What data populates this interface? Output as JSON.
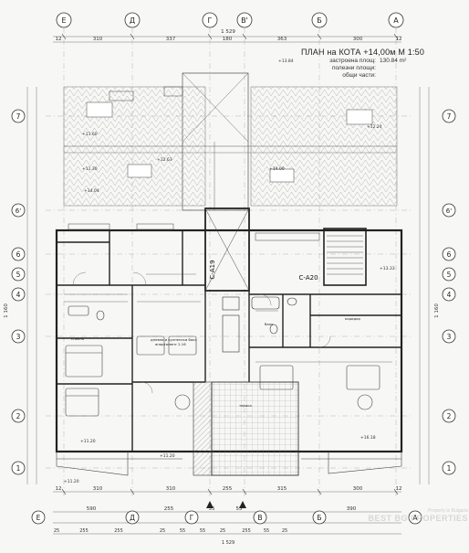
{
  "title": "ПЛАН на КОТА +14,00м   М 1:50",
  "areas": [
    {
      "label": "застроена площ:",
      "value": "130.84 m²"
    },
    {
      "label": "полезни площи:",
      "value": ""
    },
    {
      "label": "общи части:",
      "value": ""
    }
  ],
  "axes_letters": [
    "Е",
    "Д",
    "Г",
    "В'",
    "Б",
    "А"
  ],
  "axes_letters_bottom": [
    "Е",
    "Д",
    "Г",
    "В",
    "Б",
    "А"
  ],
  "axes_numbers": [
    "7",
    "6'",
    "6",
    "5",
    "4",
    "3",
    "2",
    "1"
  ],
  "dims_top_total": "1 529",
  "dims_top": [
    "12",
    "310",
    "337",
    "180",
    "363",
    "300",
    "12"
  ],
  "dims_bottom_1": [
    "12",
    "310",
    "310",
    "255",
    "315",
    "300",
    "12"
  ],
  "dims_bottom_2": [
    "590",
    "255",
    "55",
    "55",
    "390"
  ],
  "dims_bottom_3": [
    "25",
    "255",
    "255",
    "25",
    "55",
    "55",
    "25",
    "255",
    "55",
    "25"
  ],
  "dims_bottom_total": "1 529",
  "dims_right_total": "1 160",
  "dims_left_total": "1 160",
  "section_labels": [
    "С-А19",
    "С-А20"
  ],
  "levels": [
    "+13.84",
    "+12.63",
    "+11.60",
    "+11.30",
    "+14.04",
    "+12.24",
    "+14.00",
    "+11.20",
    "+16.18",
    "+11.20",
    "+11.20",
    "+13.33"
  ],
  "room_captions": [
    "дневна и кухненски бокс",
    "апартамент 2.16",
    "спалня",
    "баня",
    "коридор",
    "тераса"
  ],
  "watermark_small": "Property in Bulgaria",
  "watermark_big": "BEST BG PROPERTIES"
}
